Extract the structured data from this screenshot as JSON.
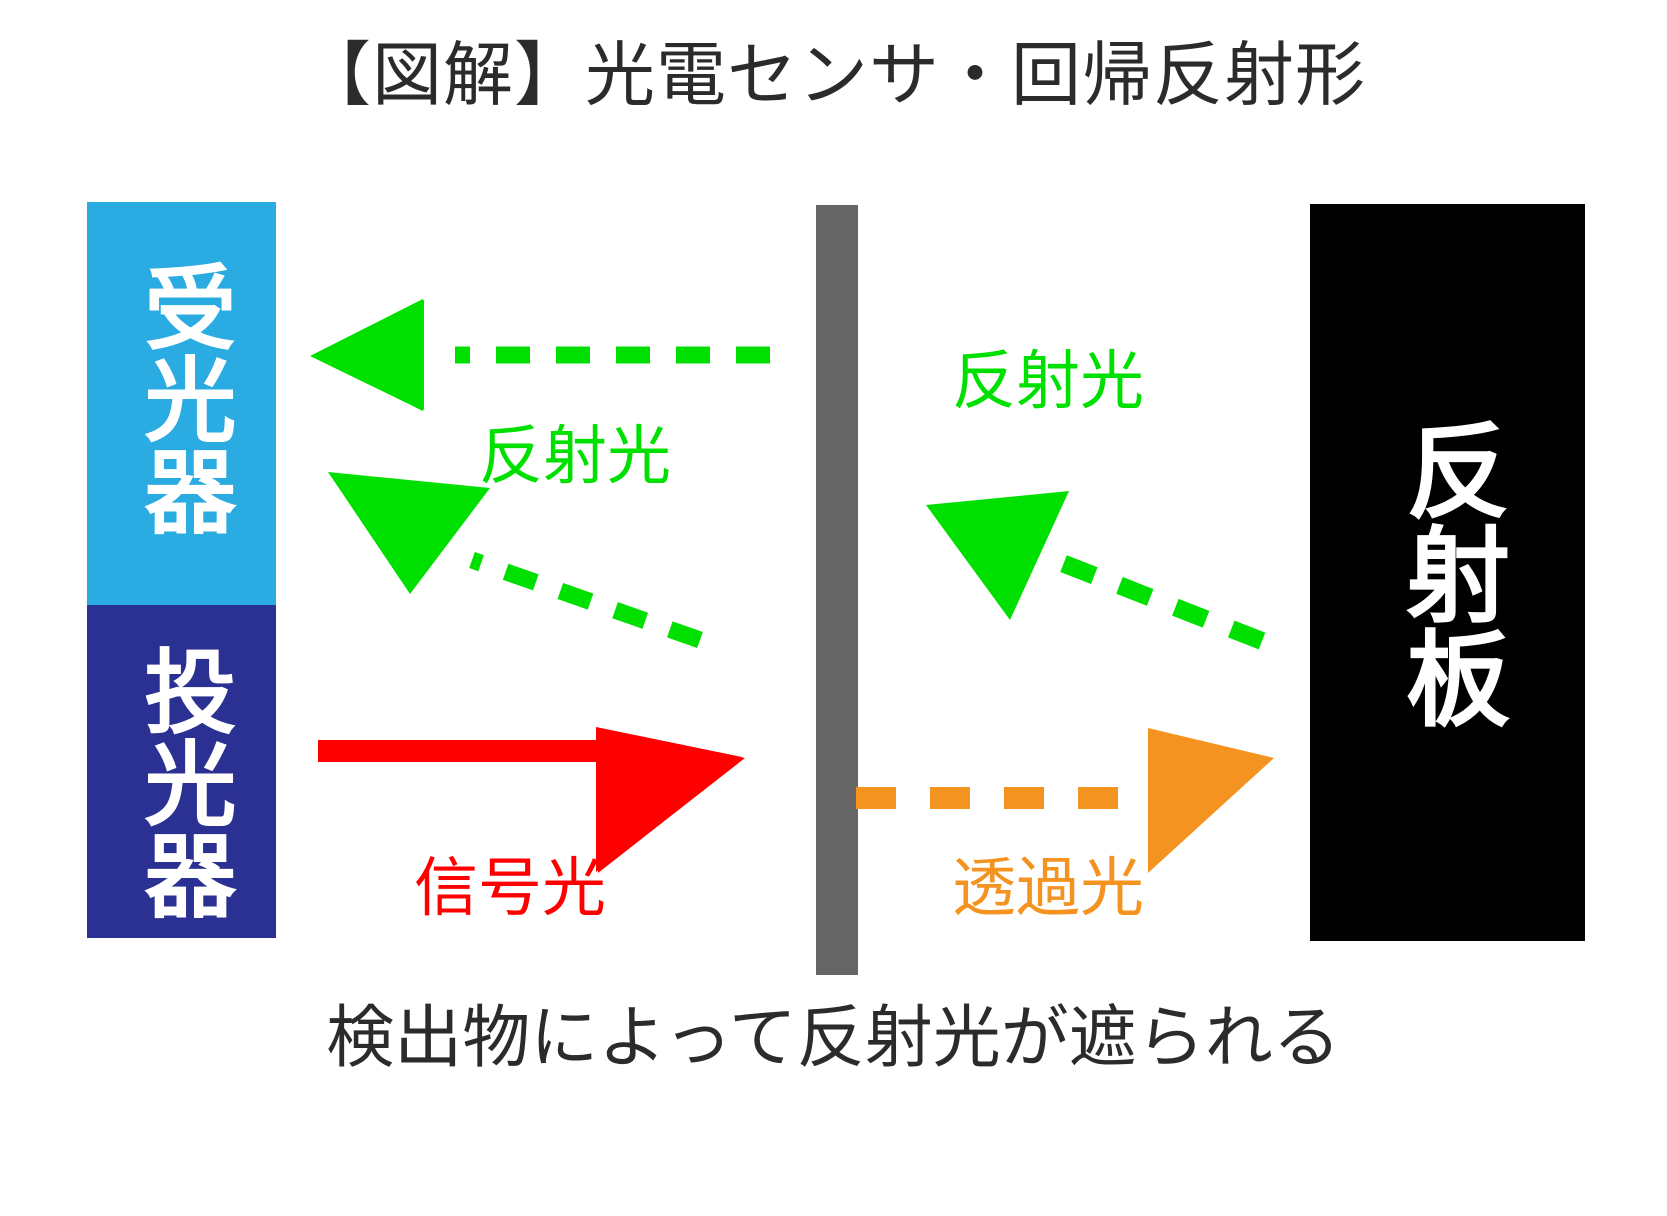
{
  "page": {
    "title": "【図解】光電センサ・回帰反射形",
    "caption": "検出物によって反射光が遮られる",
    "background": "#ffffff"
  },
  "colors": {
    "title_text": "#2b2b2b",
    "receiver_block": "#2aabe2",
    "emitter_block": "#2b3192",
    "obstacle_bar": "#666666",
    "reflector_panel": "#000000",
    "reflected_light": "#00e000",
    "signal_light": "#ff0000",
    "through_light": "#f4931f",
    "block_text": "#ffffff"
  },
  "blocks": {
    "receiver": {
      "label": "受光器"
    },
    "emitter": {
      "label": "投光器"
    },
    "obstacle": {
      "label": ""
    },
    "reflector": {
      "label": "反射板"
    }
  },
  "arrows": [
    {
      "name": "reflected-light-upper-left",
      "label": "反射光",
      "color": "#00e000",
      "style": "dashed",
      "direction": "left",
      "orientation": "horizontal"
    },
    {
      "name": "reflected-light-lower-left",
      "label": "反射光",
      "color": "#00e000",
      "style": "dashed",
      "direction": "down-left",
      "orientation": "diagonal"
    },
    {
      "name": "signal-light",
      "label": "信号光",
      "color": "#ff0000",
      "style": "solid",
      "direction": "right",
      "orientation": "horizontal"
    },
    {
      "name": "reflected-light-right",
      "label": "反射光",
      "color": "#00e000",
      "style": "dashed",
      "direction": "up-left",
      "orientation": "diagonal"
    },
    {
      "name": "through-light",
      "label": "透過光",
      "color": "#f4931f",
      "style": "dashed",
      "direction": "right",
      "orientation": "horizontal"
    }
  ],
  "labels": {
    "reflect_left": "反射光",
    "reflect_right": "反射光",
    "signal": "信号光",
    "through": "透過光"
  }
}
